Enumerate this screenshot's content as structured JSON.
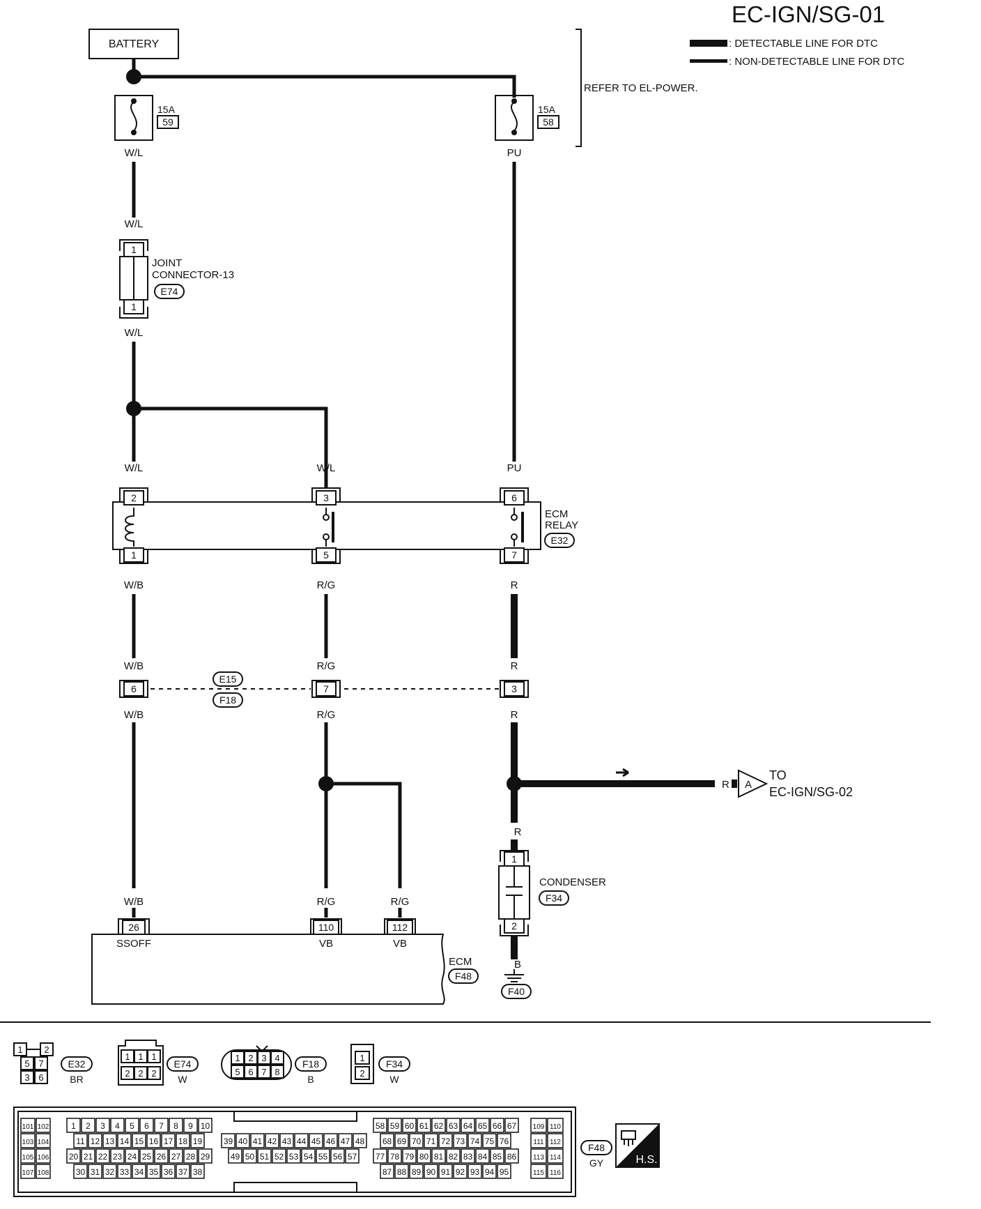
{
  "title": "EC-IGN/SG-01",
  "legend": {
    "detectable": ": DETECTABLE LINE FOR DTC",
    "non_detectable": ": NON-DETECTABLE LINE FOR DTC"
  },
  "refer": "REFER TO EL-POWER.",
  "battery": "BATTERY",
  "fuses": [
    {
      "amp": "15A",
      "num": "59",
      "wire": "W/L"
    },
    {
      "amp": "15A",
      "num": "58",
      "wire": "PU"
    }
  ],
  "joint": {
    "line1": "JOINT",
    "line2": "CONNECTOR-13",
    "conn": "E74",
    "wire_top": "W/L",
    "wire_bottom": "W/L",
    "pin_top": "1",
    "pin_bottom": "1"
  },
  "relay": {
    "line1": "ECM",
    "line2": "RELAY",
    "conn": "E32",
    "wires_top": [
      "W/L",
      "W/L",
      "PU"
    ],
    "pins_top": [
      "2",
      "3",
      "6"
    ],
    "pins_bottom": [
      "1",
      "5",
      "7"
    ],
    "wires_bottom": [
      "W/B",
      "R/G",
      "R"
    ]
  },
  "inline": {
    "conn_top": "E15",
    "conn_bottom": "F18",
    "pins": [
      "6",
      "7",
      "3"
    ],
    "wires_above": [
      "W/B",
      "R/G",
      "R"
    ],
    "wires_below": [
      "W/B",
      "R/G",
      "R"
    ]
  },
  "branch": {
    "wire": "R",
    "letter": "A",
    "to1": "TO",
    "to2": "EC-IGN/SG-02"
  },
  "condenser": {
    "label": "CONDENSER",
    "conn": "F34",
    "wire_top": "R",
    "pin_top": "1",
    "pin_bottom": "2",
    "wire_bottom": "B",
    "ground": "F40"
  },
  "ecm": {
    "label": "ECM",
    "conn": "F48",
    "pins": [
      "26",
      "110",
      "112"
    ],
    "wires": [
      "W/B",
      "R/G",
      "R/G"
    ],
    "terms": [
      "SSOFF",
      "VB",
      "VB"
    ]
  },
  "connectors": {
    "e32": {
      "id": "E32",
      "color": "BR",
      "pins": [
        "1",
        "2",
        "5",
        "7",
        "3",
        "6"
      ]
    },
    "e74": {
      "id": "E74",
      "color": "W",
      "pins": [
        "1",
        "1",
        "1",
        "2",
        "2",
        "2"
      ]
    },
    "f18": {
      "id": "F18",
      "color": "B",
      "pins": [
        "1",
        "2",
        "3",
        "4",
        "5",
        "6",
        "7",
        "8"
      ]
    },
    "f34": {
      "id": "F34",
      "color": "W",
      "pins": [
        "1",
        "2"
      ]
    },
    "f48": {
      "id": "F48",
      "color": "GY"
    }
  },
  "hs": "H.S.",
  "f48_pins": {
    "a": [
      [
        "101",
        "102"
      ],
      [
        "103",
        "104"
      ],
      [
        "105",
        "106"
      ],
      [
        "107",
        "108"
      ]
    ],
    "b": [
      [
        "1",
        "2",
        "3",
        "4",
        "5",
        "6",
        "7",
        "8",
        "9",
        "10"
      ],
      [
        "11",
        "12",
        "13",
        "14",
        "15",
        "16",
        "17",
        "18",
        "19"
      ],
      [
        "20",
        "21",
        "22",
        "23",
        "24",
        "25",
        "26",
        "27",
        "28",
        "29"
      ],
      [
        "30",
        "31",
        "32",
        "33",
        "34",
        "35",
        "36",
        "37",
        "38"
      ]
    ],
    "c": [
      [
        "39",
        "40",
        "41",
        "42",
        "43",
        "44",
        "45",
        "46",
        "47",
        "48"
      ],
      [
        "49",
        "50",
        "51",
        "52",
        "53",
        "54",
        "55",
        "56",
        "57"
      ]
    ],
    "d": [
      [
        "58",
        "59",
        "60",
        "61",
        "62",
        "63",
        "64",
        "65",
        "66",
        "67"
      ],
      [
        "68",
        "69",
        "70",
        "71",
        "72",
        "73",
        "74",
        "75",
        "76"
      ],
      [
        "77",
        "78",
        "79",
        "80",
        "81",
        "82",
        "83",
        "84",
        "85",
        "86"
      ],
      [
        "87",
        "88",
        "89",
        "90",
        "91",
        "92",
        "93",
        "94",
        "95"
      ]
    ],
    "e": [
      [
        "109",
        "110"
      ],
      [
        "111",
        "112"
      ],
      [
        "113",
        "114"
      ],
      [
        "115",
        "116"
      ]
    ]
  }
}
